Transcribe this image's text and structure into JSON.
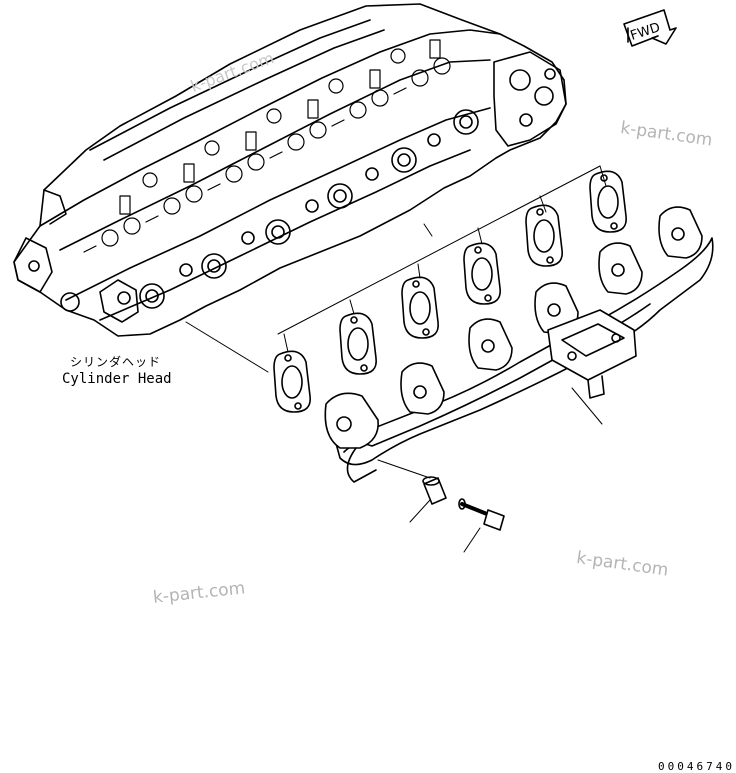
{
  "labels": {
    "cylinder_head_jp": "シリンダヘッド",
    "cylinder_head_en": "Cylinder Head",
    "fwd": "FWD",
    "drawing_number": "00046740"
  },
  "watermarks": [
    "k-part.com",
    "k-part.com",
    "k-part.com",
    "k-part.com"
  ],
  "colors": {
    "line": "#000000",
    "watermark": "#b4b4b4",
    "background": "#ffffff"
  }
}
